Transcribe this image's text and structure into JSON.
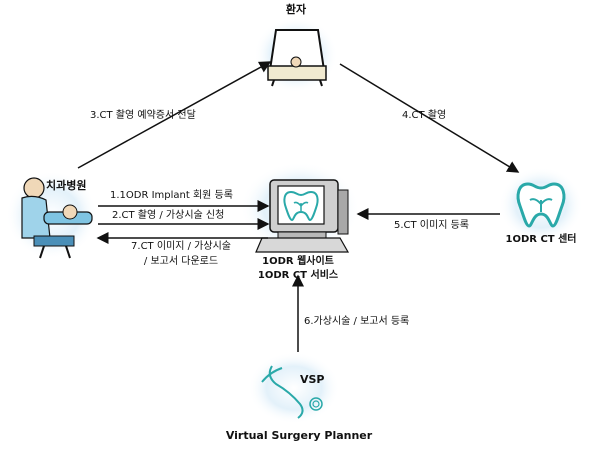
{
  "nodes": {
    "patient": {
      "label": "환자"
    },
    "clinic": {
      "label": "치과병원"
    },
    "web": {
      "line1": "1ODR 웹사이트",
      "line2": "1ODR CT 서비스"
    },
    "ct_center": {
      "label": "1ODR CT 센터"
    },
    "vsp": {
      "badge": "VSP",
      "caption": "Virtual Surgery Planner"
    }
  },
  "edges": {
    "e3": "3.CT 촬영 예약증서 전달",
    "e4": "4.CT 촬영",
    "e1": "1.1ODR Implant 회원 등록",
    "e2": "2.CT 촬영 / 가상시술 신청",
    "e7_line1": "7.CT 이미지 / 가상시술",
    "e7_line2": "/ 보고서 다운로드",
    "e5": "5.CT 이미지 등록",
    "e6": "6.가상시술 / 보고서 등록"
  },
  "colors": {
    "accent": "#2aa9a9",
    "glow": "#cfe7f5",
    "ink": "#111111"
  }
}
